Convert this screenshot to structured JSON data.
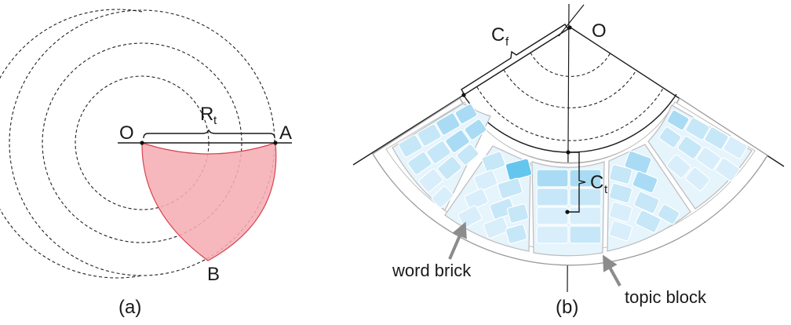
{
  "panel_a": {
    "caption": "(a)",
    "labels": {
      "o": "O",
      "a": "A",
      "b": "B",
      "r": "R",
      "r_sub": "t"
    },
    "colors": {
      "lens_fill": "#f5aeb4",
      "lens_stroke": "#d9434f",
      "circle_stroke": "#222222"
    }
  },
  "panel_b": {
    "caption": "(b)",
    "labels": {
      "o": "O",
      "cf": "C",
      "cf_sub": "f",
      "ct": "C",
      "ct_sub": "t"
    },
    "annotations": {
      "word_brick": "word brick",
      "topic_block": "topic block"
    },
    "colors": {
      "brick_light": "#d9eefb",
      "brick_mid": "#c6e7f8",
      "brick_dark": "#a9dcf4",
      "brick_highlight": "#64c6ef",
      "frame": "#9a9a9a",
      "arrow": "#8c8c8c"
    }
  }
}
